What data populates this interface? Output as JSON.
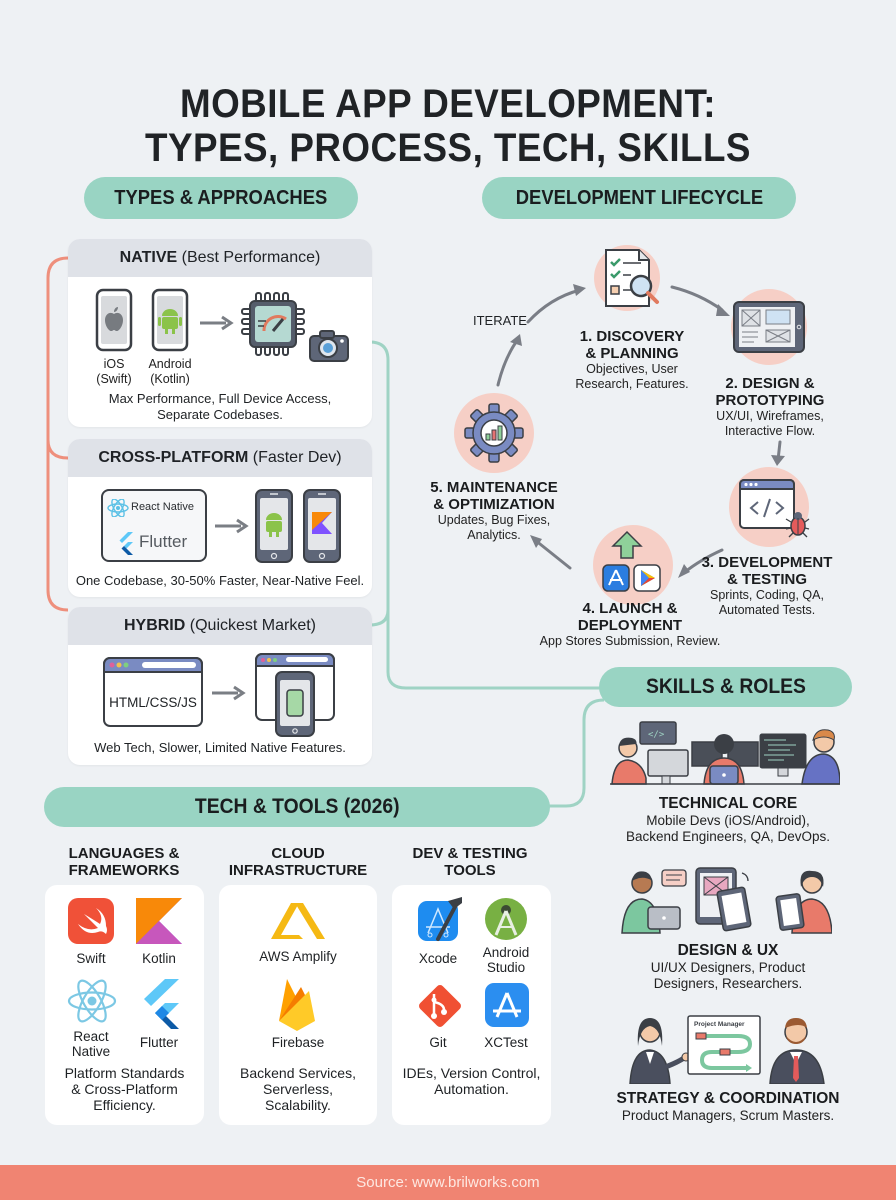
{
  "title": {
    "line1": "MOBILE APP DEVELOPMENT:",
    "line2": "TYPES, PROCESS, TECH, SKILLS"
  },
  "colors": {
    "background": "#eef1f4",
    "pill": "#99d4c3",
    "card_header": "#dfe2e8",
    "step_circle": "#f6cfc6",
    "connector_coral": "#ee8f7c",
    "connector_teal": "#9fd3c4",
    "footer": "#f08472"
  },
  "types": {
    "heading": "TYPES & APPROACHES",
    "native": {
      "name": "NATIVE",
      "tag": "(Best Performance)",
      "ios_label_1": "iOS",
      "ios_label_2": "(Swift)",
      "android_label_1": "Android",
      "android_label_2": "(Kotlin)",
      "desc_1": "Max Performance, Full Device Access,",
      "desc_2": "Separate Codebases."
    },
    "cross": {
      "name": "CROSS-PLATFORM",
      "tag": "(Faster Dev)",
      "fw1": "React Native",
      "fw2": "Flutter",
      "desc": "One Codebase, 30-50% Faster, Near-Native Feel."
    },
    "hybrid": {
      "name": "HYBRID",
      "tag": "(Quickest Market)",
      "code": "HTML/CSS/JS",
      "desc": "Web Tech, Slower, Limited Native Features."
    }
  },
  "lifecycle": {
    "heading": "DEVELOPMENT LIFECYCLE",
    "iterate": "ITERATE",
    "steps": [
      {
        "title_1": "1. DISCOVERY",
        "title_2": "& PLANNING",
        "desc_1": "Objectives, User",
        "desc_2": "Research, Features."
      },
      {
        "title_1": "2. DESIGN &",
        "title_2": "PROTOTYPING",
        "desc_1": "UX/UI, Wireframes,",
        "desc_2": "Interactive Flow."
      },
      {
        "title_1": "3. DEVELOPMENT",
        "title_2": "& TESTING",
        "desc_1": "Sprints, Coding, QA,",
        "desc_2": "Automated Tests."
      },
      {
        "title_1": "4. LAUNCH &",
        "title_2": "DEPLOYMENT",
        "desc_1": "App Stores Submission, Review.",
        "desc_2": ""
      },
      {
        "title_1": "5. MAINTENANCE",
        "title_2": "& OPTIMIZATION",
        "desc_1": "Updates, Bug Fixes,",
        "desc_2": "Analytics."
      }
    ]
  },
  "skills": {
    "heading": "SKILLS & ROLES",
    "roles": [
      {
        "title": "TECHNICAL CORE",
        "desc_1": "Mobile Devs (iOS/Android),",
        "desc_2": "Backend Engineers, QA, DevOps."
      },
      {
        "title": "DESIGN & UX",
        "desc_1": "UI/UX Designers, Product",
        "desc_2": "Designers, Researchers."
      },
      {
        "title": "STRATEGY & COORDINATION",
        "desc_1": "Product Managers, Scrum Masters.",
        "desc_2": "",
        "board_label": "Project Manager"
      }
    ]
  },
  "tech": {
    "heading": "TECH & TOOLS (2026)",
    "columns": [
      {
        "head_1": "LANGUAGES &",
        "head_2": "FRAMEWORKS",
        "items": [
          "Swift",
          "Kotlin",
          "React Native",
          "Flutter"
        ],
        "desc_1": "Platform Standards",
        "desc_2": "& Cross-Platform",
        "desc_3": "Efficiency."
      },
      {
        "head_1": "CLOUD",
        "head_2": "INFRASTRUCTURE",
        "items": [
          "AWS Amplify",
          "Firebase"
        ],
        "desc_1": "Backend Services,",
        "desc_2": "Serverless,",
        "desc_3": "Scalability."
      },
      {
        "head_1": "DEV & TESTING",
        "head_2": "TOOLS",
        "items": [
          "Xcode",
          "Android Studio",
          "Git",
          "XCTest"
        ],
        "desc_1": "IDEs, Version Control,",
        "desc_2": "Automation.",
        "desc_3": ""
      }
    ]
  },
  "footer": {
    "source": "Source: www.brilworks.com"
  }
}
